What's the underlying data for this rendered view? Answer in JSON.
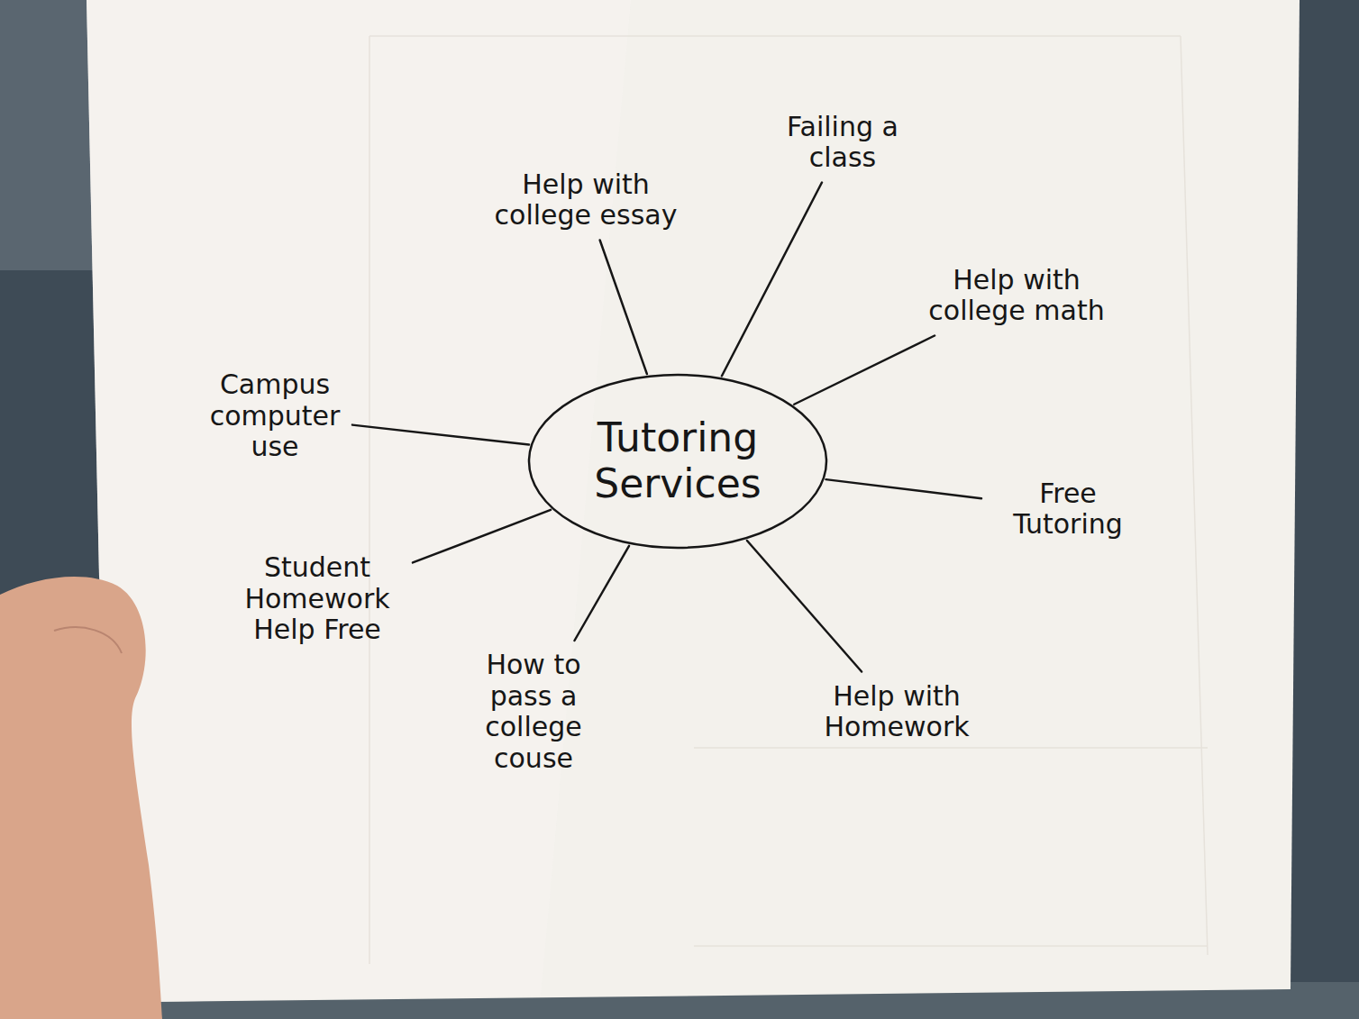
{
  "diagram": {
    "nodes": [
      {
        "text": [
          "Tutoring Services"
        ]
      },
      {
        "text": [
          "Help with college essay"
        ]
      },
      {
        "text": [
          "Failing a class"
        ]
      },
      {
        "text": [
          "Help with college math"
        ]
      },
      {
        "text": [
          "Campus computer use"
        ]
      },
      {
        "text": [
          "Free Tutoring"
        ]
      },
      {
        "text": [
          "Student Homework Help Free"
        ]
      },
      {
        "text": [
          "How to pass a college couse"
        ]
      },
      {
        "text": [
          "Help with Homework"
        ]
      }
    ],
    "edges": [
      {
        "from": 0,
        "to": 1,
        "arrow": "none"
      },
      {
        "from": 0,
        "to": 2,
        "arrow": "none"
      },
      {
        "from": 0,
        "to": 3,
        "arrow": "none"
      },
      {
        "from": 0,
        "to": 4,
        "arrow": "none"
      },
      {
        "from": 0,
        "to": 5,
        "arrow": "none"
      },
      {
        "from": 0,
        "to": 6,
        "arrow": "none"
      },
      {
        "from": 0,
        "to": 7,
        "arrow": "none"
      },
      {
        "from": 0,
        "to": 8,
        "arrow": "none"
      }
    ]
  }
}
